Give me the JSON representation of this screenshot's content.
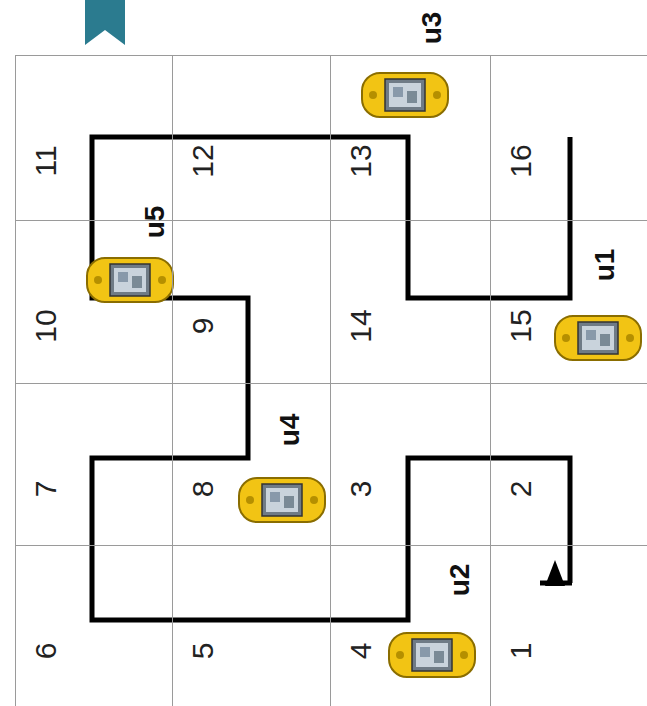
{
  "diagram": {
    "nodes": [
      {
        "text": [
          "11"
        ]
      },
      {
        "text": [
          "12"
        ]
      },
      {
        "text": [
          "13"
        ]
      },
      {
        "text": [
          "16"
        ]
      },
      {
        "text": [
          "10"
        ]
      },
      {
        "text": [
          "9"
        ]
      },
      {
        "text": [
          "14"
        ]
      },
      {
        "text": [
          "15"
        ]
      },
      {
        "text": [
          "7"
        ]
      },
      {
        "text": [
          "8"
        ]
      },
      {
        "text": [
          "3"
        ]
      },
      {
        "text": [
          "2"
        ]
      },
      {
        "text": [
          "6"
        ]
      },
      {
        "text": [
          "5"
        ]
      },
      {
        "text": [
          "4"
        ]
      },
      {
        "text": [
          "1"
        ]
      }
    ],
    "labels": [
      "u3",
      "u5",
      "u1",
      "u4",
      "u2"
    ]
  }
}
